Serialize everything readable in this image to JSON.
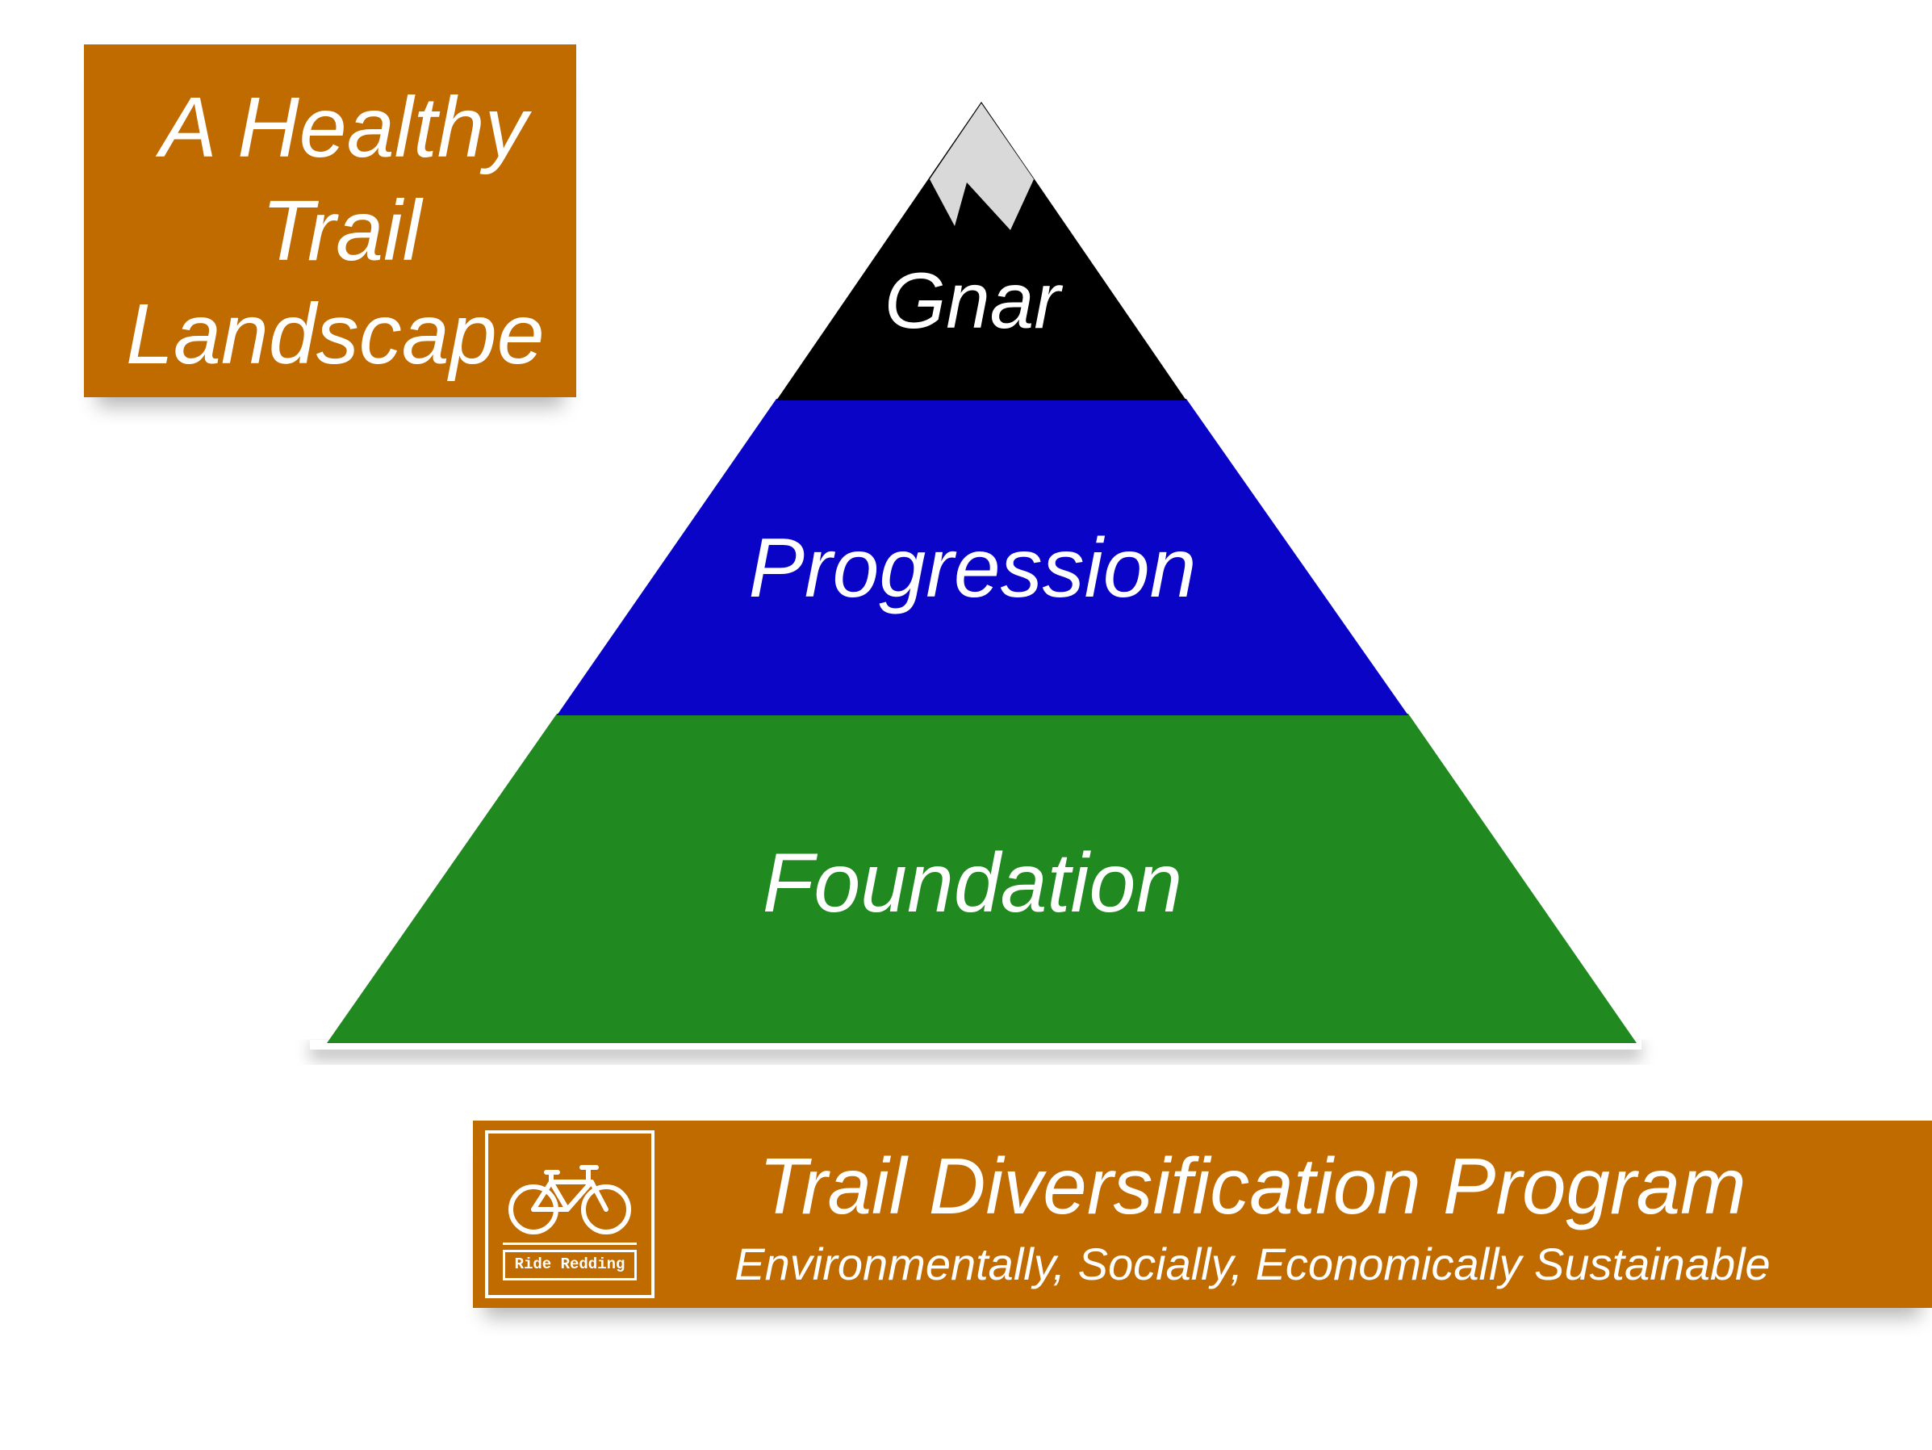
{
  "title": {
    "line1": "A Healthy",
    "line2": "Trail",
    "line3": "Landscape"
  },
  "pyramid": {
    "layers": [
      {
        "label": "Gnar",
        "color": "#000000"
      },
      {
        "label": "Progression",
        "color": "#0a04c6"
      },
      {
        "label": "Foundation",
        "color": "#208a20"
      }
    ],
    "snowcap_color": "#d9d9d9"
  },
  "footer": {
    "logo_text": "Ride Redding",
    "logo_icon": "bicycle-icon",
    "program_title": "Trail Diversification Program",
    "program_subtitle": "Environmentally, Socially, Economically Sustainable"
  },
  "colors": {
    "accent": "#c06b00",
    "text": "#ffffff"
  }
}
